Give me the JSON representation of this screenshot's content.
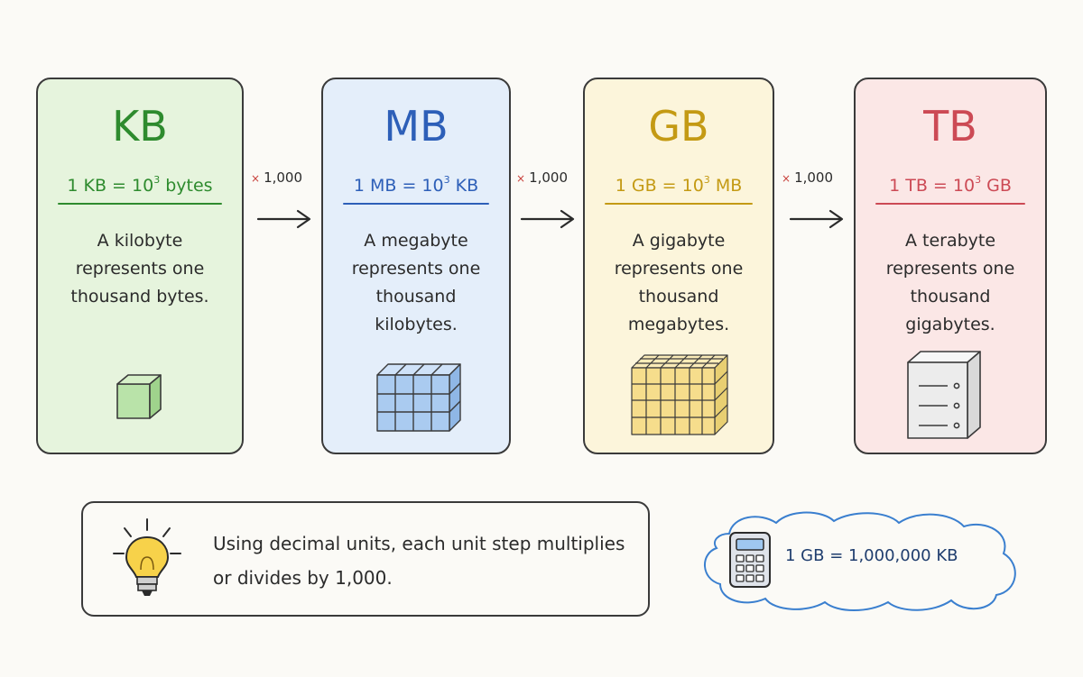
{
  "cards": [
    {
      "title": "KB",
      "eq_left": "1 KB = 10",
      "eq_exp": "3",
      "eq_right": " bytes",
      "description": "A kilobyte represents one thousand bytes.",
      "color": "#2e8b2e",
      "bg": "#e6f4dd",
      "illustration": "single-cube-icon"
    },
    {
      "title": "MB",
      "eq_left": "1 MB = 10",
      "eq_exp": "3",
      "eq_right": " KB",
      "description": "A megabyte represents one thousand kilobytes.",
      "color": "#2d5fb8",
      "bg": "#e4eefa",
      "illustration": "cube-stack-icon"
    },
    {
      "title": "GB",
      "eq_left": "1 GB = 10",
      "eq_exp": "3",
      "eq_right": " MB",
      "description": "A gigabyte represents one thousand megabytes.",
      "color": "#c49a14",
      "bg": "#fcf5db",
      "illustration": "large-cube-stack-icon"
    },
    {
      "title": "TB",
      "eq_left": "1 TB = 10",
      "eq_exp": "3",
      "eq_right": " GB",
      "description": "A terabyte represents one thousand gigabytes.",
      "color": "#cc4a55",
      "bg": "#fbe7e6",
      "illustration": "server-icon"
    }
  ],
  "multipliers": [
    {
      "symbol": "×",
      "value": "1,000"
    },
    {
      "symbol": "×",
      "value": "1,000"
    },
    {
      "symbol": "×",
      "value": "1,000"
    }
  ],
  "tip": {
    "text": "Using decimal units, each unit step multiplies or divides by 1,000.",
    "icon": "lightbulb-icon"
  },
  "example": {
    "text": "1 GB = 1,000,000 KB",
    "icon": "calculator-icon"
  }
}
